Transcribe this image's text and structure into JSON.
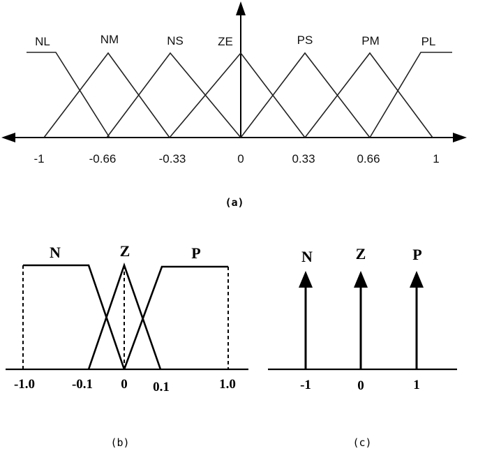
{
  "panel_a": {
    "caption": "(a)",
    "sets": [
      "NL",
      "NM",
      "NS",
      "ZE",
      "PS",
      "PM",
      "PL"
    ],
    "ticks": [
      "-1",
      "-0.66",
      "-0.33",
      "0",
      "0.33",
      "0.66",
      "1"
    ]
  },
  "panel_b": {
    "caption": "(b)",
    "sets": [
      "N",
      "Z",
      "P"
    ],
    "ticks": [
      "-1.0",
      "-0.1",
      "0",
      "0.1",
      "1.0"
    ]
  },
  "panel_c": {
    "caption": "(c)",
    "sets": [
      "N",
      "Z",
      "P"
    ],
    "ticks": [
      "-1",
      "0",
      "1"
    ]
  }
}
